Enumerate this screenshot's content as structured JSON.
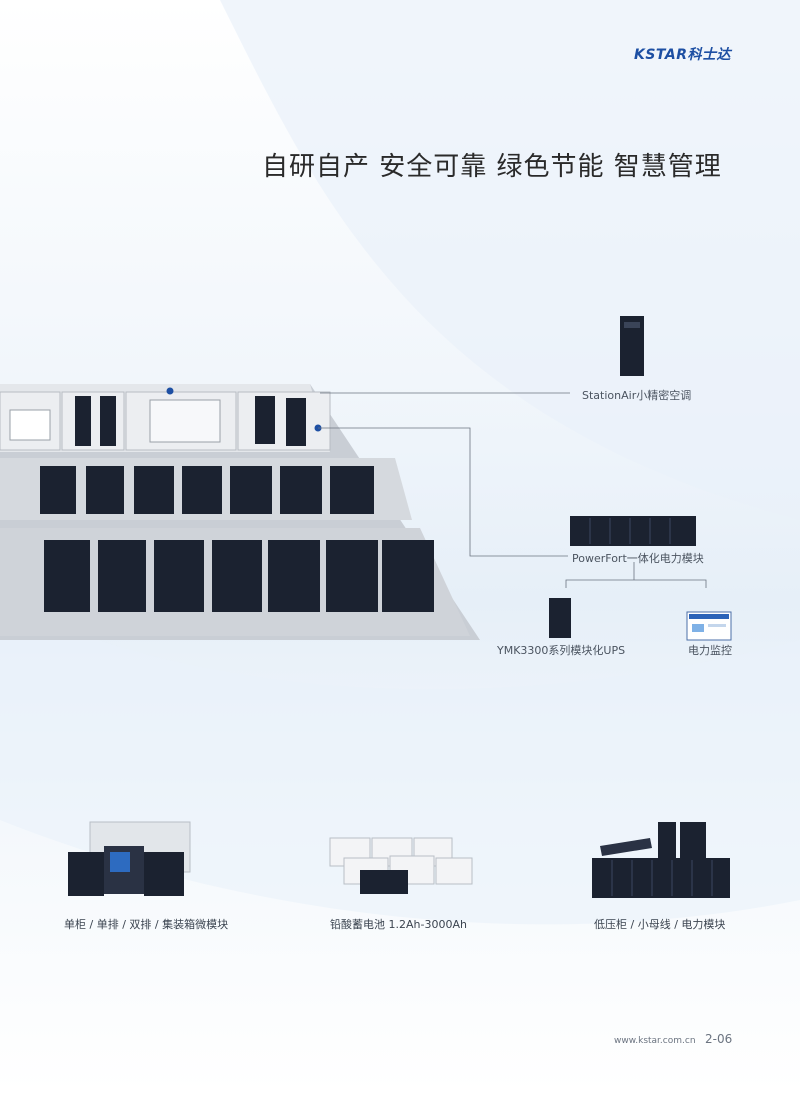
{
  "brand": {
    "logo_latin": "KSTAR",
    "logo_cn": "科士达"
  },
  "headline": "自研自产  安全可靠  绿色节能  智慧管理",
  "labels": {
    "air": "StationAir小精密空调",
    "powerfort": "PowerFort一体化电力模块",
    "ups": "YMK3300系列模块化UPS",
    "monitor": "电力监控"
  },
  "products": [
    {
      "caption": "单柜 / 单排 / 双排 / 集装箱微模块"
    },
    {
      "caption": "铅酸蓄电池 1.2Ah-3000Ah"
    },
    {
      "caption": "低压柜 / 小母线 / 电力模块"
    }
  ],
  "footer": {
    "url": "www.kstar.com.cn",
    "page": "2-06"
  },
  "colors": {
    "brand_blue": "#1d4fa3",
    "rack_dark": "#1b2230",
    "floor_grey": "#d9dde2"
  }
}
